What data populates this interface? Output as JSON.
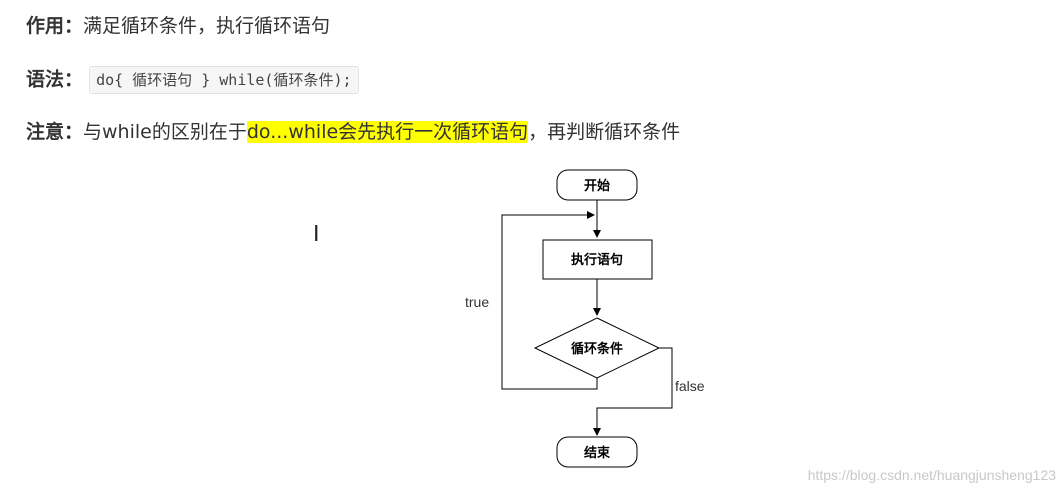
{
  "usage": {
    "label": "作用：",
    "text": "满足循环条件，执行循环语句"
  },
  "syntax": {
    "label": "语法：",
    "code": "do{ 循环语句 } while(循环条件);"
  },
  "note": {
    "label": "注意：",
    "prefix": "与while的区别在于",
    "highlight": "do...while会先执行一次循环语句",
    "suffix": "，再判断循环条件",
    "highlight_color": "#ffff00"
  },
  "flowchart": {
    "start": "开始",
    "process": "执行语句",
    "condition": "循环条件",
    "end": "结束",
    "true_label": "true",
    "false_label": "false"
  },
  "cursor_icon": "text-cursor-icon",
  "watermark": "https://blog.csdn.net/huangjunsheng123"
}
